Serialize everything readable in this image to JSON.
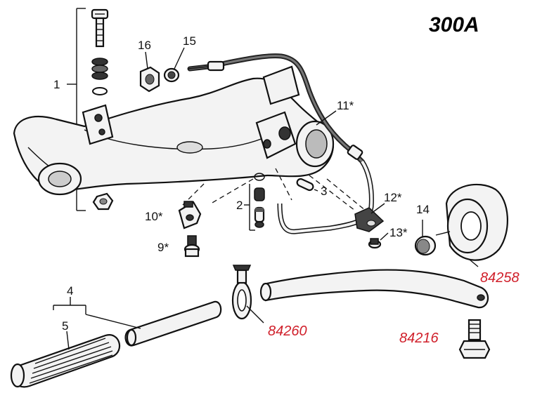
{
  "model_title": "300A",
  "callouts": {
    "c1": "1",
    "c2": "2",
    "c3": "3",
    "c4": "4",
    "c5": "5",
    "c9": "9*",
    "c10": "10*",
    "c11": "11*",
    "c12": "12*",
    "c13": "13*",
    "c14": "14",
    "c15": "15",
    "c16": "16"
  },
  "red_part_numbers": {
    "ring_counterweight": "84258",
    "eye_bolt": "84260",
    "hex_bolt": "84216"
  },
  "colors": {
    "red_label": "#d01f2a",
    "line": "#111111",
    "part_fill": "#f3f3f3"
  }
}
